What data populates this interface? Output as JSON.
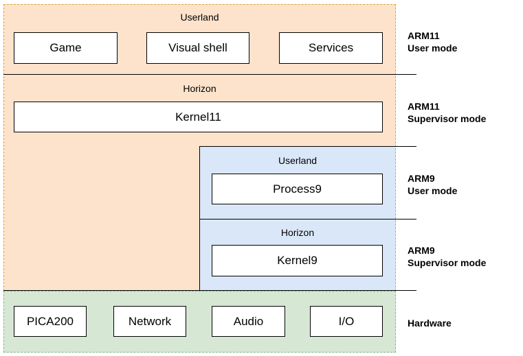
{
  "layers": {
    "arm11_userland": {
      "label": "Userland",
      "boxes": [
        "Game",
        "Visual shell",
        "Services"
      ]
    },
    "arm11_horizon": {
      "label": "Horizon",
      "kernel": "Kernel11"
    },
    "arm9_userland": {
      "label": "Userland",
      "process": "Process9"
    },
    "arm9_horizon": {
      "label": "Horizon",
      "kernel": "Kernel9"
    },
    "hardware": {
      "boxes": [
        "PICA200",
        "Network",
        "Audio",
        "I/O"
      ]
    }
  },
  "modes": {
    "arm11_user": [
      "ARM11",
      "User mode"
    ],
    "arm11_supervisor": [
      "ARM11",
      "Supervisor mode"
    ],
    "arm9_user": [
      "ARM9",
      "User mode"
    ],
    "arm9_supervisor": [
      "ARM9",
      "Supervisor mode"
    ],
    "hardware": "Hardware"
  },
  "colors": {
    "arm11": "#fde3cb",
    "arm9": "#d9e7f8",
    "hardware": "#d6e8d4"
  }
}
